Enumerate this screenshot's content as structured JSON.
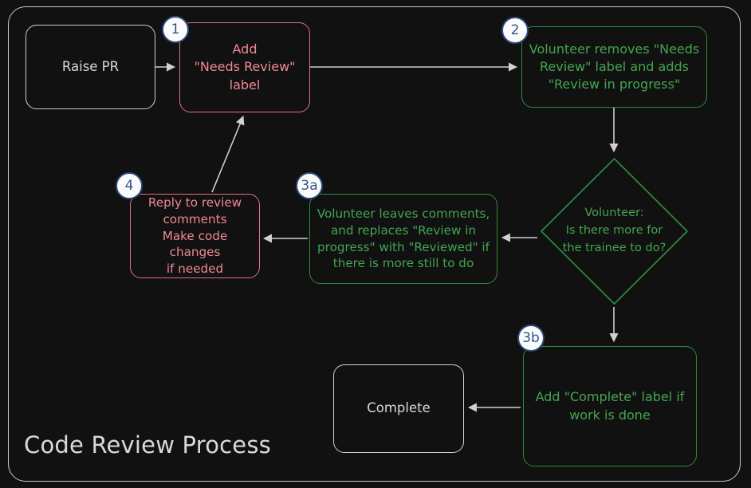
{
  "diagram": {
    "title": "Code Review Process",
    "background_color": "#111111",
    "frame_color": "#c9c9c9",
    "colors": {
      "plain_border": "#cfcfcf",
      "plain_text": "#d8d8d8",
      "red_border": "#e4717a",
      "red_text": "#ef8892",
      "green_border": "#2e8b3f",
      "green_text": "#43a54f",
      "badge_fill": "#fbfbfb",
      "badge_border": "#2b4a7e",
      "badge_text": "#2f5489",
      "edge_color": "#d0d0d0"
    },
    "nodes": [
      {
        "id": "raise-pr",
        "label": "Raise PR",
        "style": "plain",
        "shape": "rounded-rect",
        "badge": null
      },
      {
        "id": "add-needs-review",
        "label": "Add\n\"Needs Review\"\nlabel",
        "style": "red",
        "shape": "rounded-rect",
        "badge": "1"
      },
      {
        "id": "volunteer-takes",
        "label": "Volunteer removes \"Needs\nReview\" label and adds\n\"Review in progress\"",
        "style": "green",
        "shape": "rounded-rect",
        "badge": "2"
      },
      {
        "id": "decision-more-work",
        "label": "Volunteer:\nIs there more for\nthe trainee to do?",
        "style": "green",
        "shape": "diamond",
        "badge": null
      },
      {
        "id": "volunteer-comments",
        "label": "Volunteer leaves comments,\nand replaces \"Review in\nprogress\" with \"Reviewed\" if\nthere is more still to do",
        "style": "green",
        "shape": "rounded-rect",
        "badge": "3a"
      },
      {
        "id": "reply-to-comments",
        "label": "Reply to review\ncomments\nMake code changes\nif needed",
        "style": "red",
        "shape": "rounded-rect",
        "badge": "4"
      },
      {
        "id": "add-complete-label",
        "label": "Add \"Complete\" label if\nwork is done",
        "style": "green",
        "shape": "rounded-rect",
        "badge": "3b"
      },
      {
        "id": "complete",
        "label": "Complete",
        "style": "plain",
        "shape": "rounded-rect",
        "badge": null
      }
    ],
    "edges": [
      {
        "from": "raise-pr",
        "to": "add-needs-review",
        "label": ""
      },
      {
        "from": "add-needs-review",
        "to": "volunteer-takes",
        "label": ""
      },
      {
        "from": "volunteer-takes",
        "to": "decision-more-work",
        "label": ""
      },
      {
        "from": "decision-more-work",
        "to": "volunteer-comments",
        "label": ""
      },
      {
        "from": "volunteer-comments",
        "to": "reply-to-comments",
        "label": ""
      },
      {
        "from": "reply-to-comments",
        "to": "add-needs-review",
        "label": ""
      },
      {
        "from": "decision-more-work",
        "to": "add-complete-label",
        "label": ""
      },
      {
        "from": "add-complete-label",
        "to": "complete",
        "label": ""
      }
    ]
  }
}
